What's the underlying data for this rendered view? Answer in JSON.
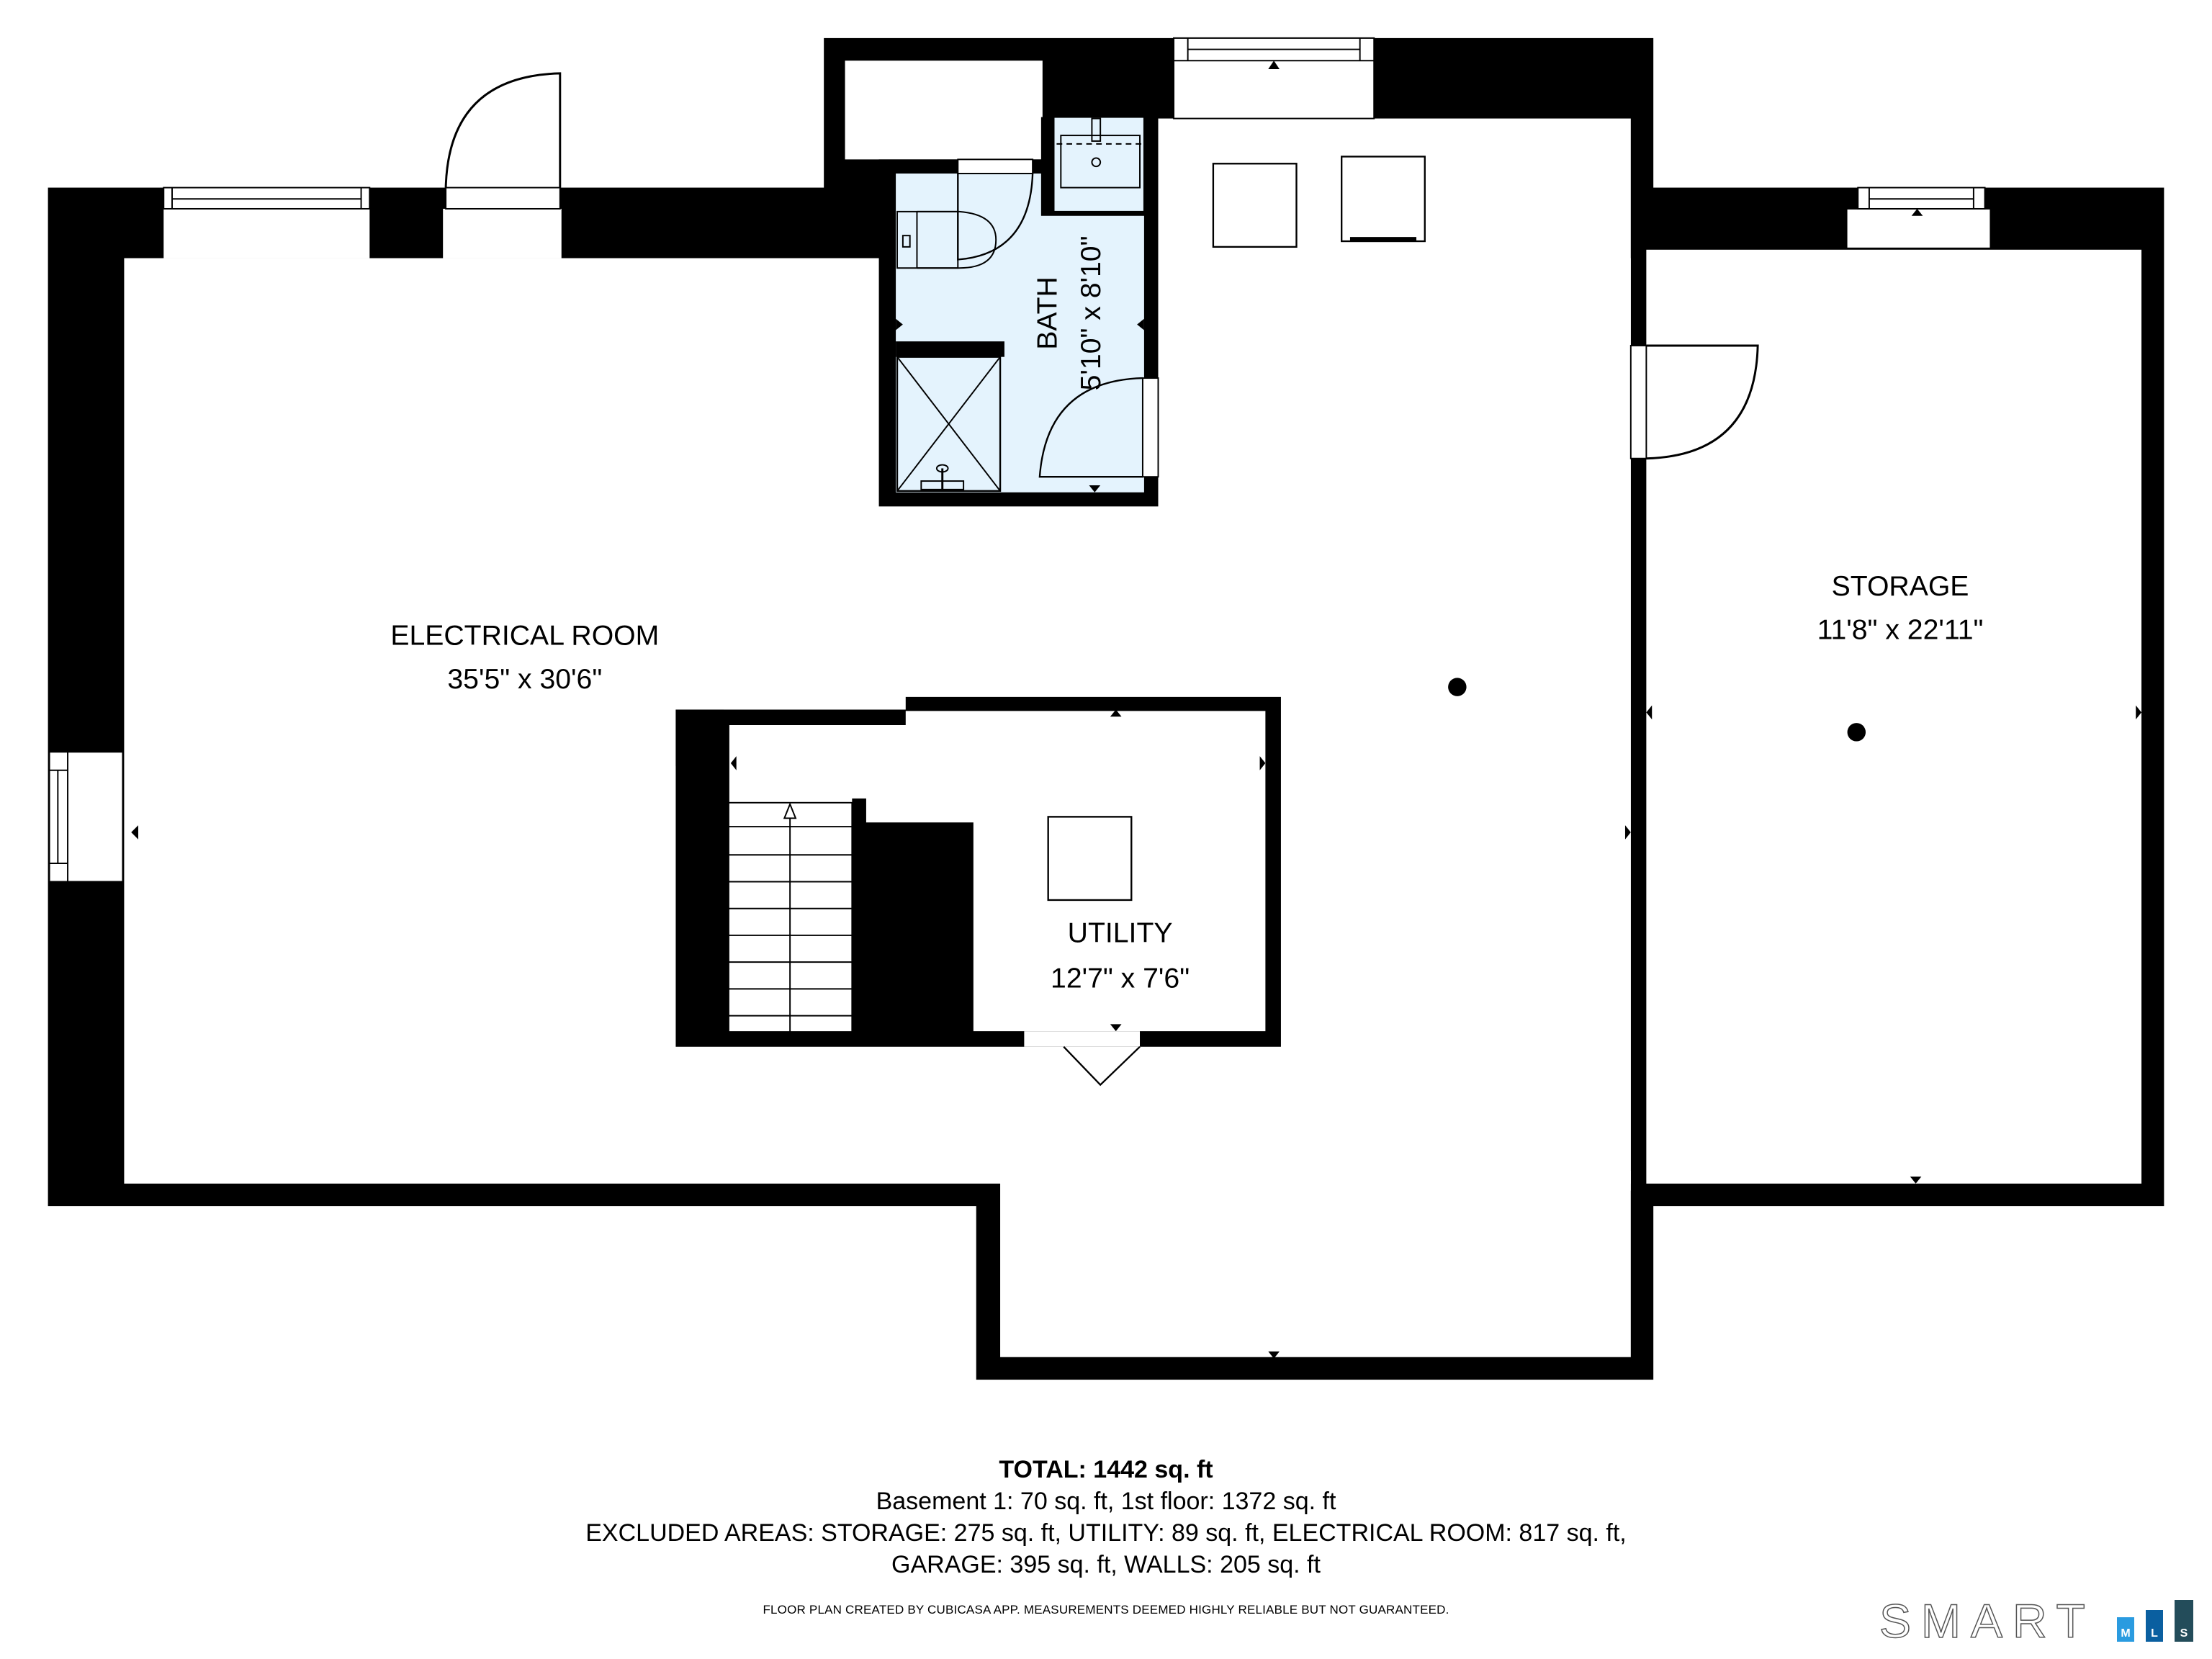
{
  "rooms": [
    {
      "id": "electrical-room",
      "name": "ELECTRICAL ROOM",
      "dimensions": "35'5\" x 30'6\""
    },
    {
      "id": "bath",
      "name": "BATH",
      "dimensions": "5'10\" x 8'10\""
    },
    {
      "id": "storage",
      "name": "STORAGE",
      "dimensions": "11'8\" x 22'11\""
    },
    {
      "id": "utility",
      "name": "UTILITY",
      "dimensions": "12'7\" x 7'6\""
    }
  ],
  "summary": {
    "total": "TOTAL: 1442 sq. ft",
    "floors": "Basement 1: 70 sq. ft, 1st floor: 1372 sq. ft",
    "excluded_1": "EXCLUDED AREAS: STORAGE: 275 sq. ft, UTILITY: 89 sq. ft, ELECTRICAL ROOM: 817 sq. ft,",
    "excluded_2": "GARAGE: 395 sq. ft, WALLS: 205 sq. ft",
    "disclaimer": "FLOOR PLAN CREATED BY CUBICASA APP. MEASUREMENTS DEEMED HIGHLY RELIABLE BUT NOT GUARANTEED."
  },
  "logo": {
    "word": "SMART",
    "letters": [
      "M",
      "L",
      "S"
    ],
    "colors": {
      "m": "#2a9be0",
      "l": "#0a5fa0",
      "s": "#234c5a",
      "outline": "#555555"
    }
  },
  "colors": {
    "wall": "#000000",
    "floor": "#ffffff",
    "bath_floor": "#e4f3fd"
  }
}
